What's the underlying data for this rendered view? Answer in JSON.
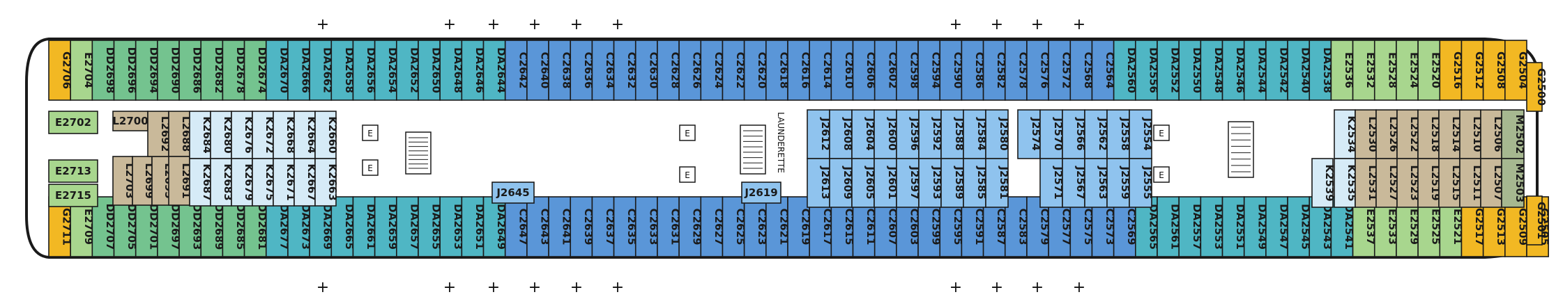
{
  "plan": {
    "colors": {
      "G": "#f2b823",
      "E": "#a8d68e",
      "DD": "#74c38f",
      "DA": "#4fb6c4",
      "C": "#5a96d8",
      "J": "#8fc3ee",
      "K": "#d6ebf7",
      "L": "#c9b99a",
      "M": "#a6b890",
      "outline": "#1a1a1a",
      "corridor": "#ffffff"
    },
    "top_row": [
      "G2706",
      "E2704",
      "DD2698",
      "DD2696",
      "DD2694",
      "DD2690",
      "DD2686",
      "DD2682",
      "DD2678",
      "DD2674",
      "DA2670",
      "DA2666",
      "DA2662",
      "DA2658",
      "DA2656",
      "DA2654",
      "DA2652",
      "DA2650",
      "DA2648",
      "DA2646",
      "DA2644",
      "C2642",
      "C2640",
      "C2638",
      "C2636",
      "C2634",
      "C2632",
      "C2630",
      "C2628",
      "C2626",
      "C2624",
      "C2622",
      "C2620",
      "C2618",
      "C2616",
      "C2614",
      "C2610",
      "C2606",
      "C2602",
      "C2598",
      "C2594",
      "C2590",
      "C2586",
      "C2582",
      "C2578",
      "C2576",
      "C2572",
      "C2568",
      "C2564",
      "DA2560",
      "DA2556",
      "DA2552",
      "DA2550",
      "DA2548",
      "DA2546",
      "DA2544",
      "DA2542",
      "DA2540",
      "DA2538",
      "E2536",
      "E2532",
      "E2528",
      "E2524",
      "E2520",
      "G2516",
      "G2512",
      "G2508",
      "G2504"
    ],
    "bottom_row": [
      "G2711",
      "E2709",
      "DD2707",
      "DD2705",
      "DD2701",
      "DD2697",
      "DD2693",
      "DD2689",
      "DD2685",
      "DD2681",
      "DA2677",
      "DA2673",
      "DA2669",
      "DA2665",
      "DA2661",
      "DA2659",
      "DA2657",
      "DA2655",
      "DA2653",
      "DA2651",
      "DA2649",
      "C2647",
      "C2643",
      "C2641",
      "C2639",
      "C2637",
      "C2635",
      "C2633",
      "C2631",
      "C2629",
      "C2627",
      "C2625",
      "C2623",
      "C2621",
      "C2619",
      "C2617",
      "C2615",
      "C2611",
      "C2607",
      "C2603",
      "C2599",
      "C2595",
      "C2591",
      "C2587",
      "C2583",
      "C2579",
      "C2577",
      "C2575",
      "C2573",
      "C2569",
      "DA2565",
      "DA2561",
      "DA2557",
      "DA2553",
      "DA2551",
      "DA2549",
      "DA2547",
      "DA2545",
      "DA2543",
      "DA2541",
      "E2537",
      "E2533",
      "E2529",
      "E2525",
      "E2521",
      "G2517",
      "G2513",
      "G2509",
      "G2505"
    ],
    "bow_top": "G2500",
    "bow_bottom": "G2501",
    "inner_left": [
      "E2702",
      "E2713",
      "E2715",
      "L2700",
      "L2703",
      "L2699",
      "L2695",
      "L2692",
      "L2688",
      "L2691",
      "K2684",
      "K2680",
      "K2676",
      "K2672",
      "K2668",
      "K2664",
      "K2660",
      "K2687",
      "K2683",
      "K2679",
      "K2675",
      "K2671",
      "K2667",
      "K2663"
    ],
    "inner_mid_a": [
      "J2645",
      "J2619",
      "J2612",
      "J2608",
      "J2604",
      "J2600",
      "J2596",
      "J2592",
      "J2588",
      "J2584",
      "J2580",
      "J2613",
      "J2609",
      "J2605",
      "J2601",
      "J2597",
      "J2593",
      "J2589",
      "J2585",
      "J2581"
    ],
    "inner_mid_b": [
      "J2574",
      "J2570",
      "J2566",
      "J2562",
      "J2558",
      "J2554",
      "J2571",
      "J2567",
      "J2563",
      "J2559",
      "J2555"
    ],
    "inner_right": [
      "K2534",
      "K2539",
      "K2535",
      "L2530",
      "L2526",
      "L2522",
      "L2518",
      "L2514",
      "L2510",
      "L2506",
      "L2531",
      "L2527",
      "L2523",
      "L2519",
      "L2515",
      "L2511",
      "L2507",
      "M2502",
      "M2503"
    ],
    "launderette": "LAUNDERETTE",
    "elevator": "E",
    "plus": "+"
  }
}
